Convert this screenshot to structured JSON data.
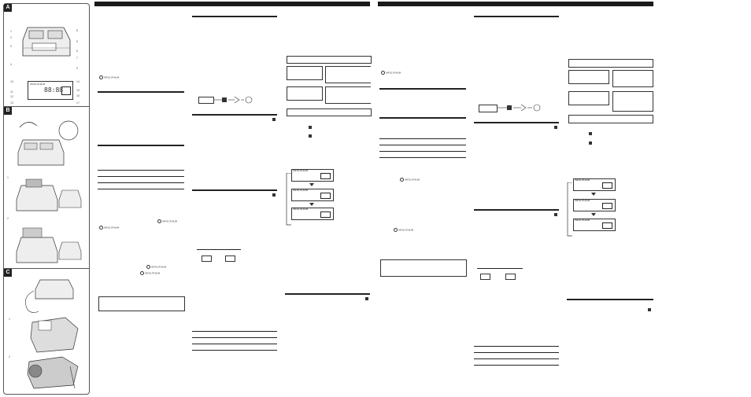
{
  "figure_panels": [
    {
      "tag": "A"
    },
    {
      "tag": "B"
    },
    {
      "tag": "C"
    }
  ],
  "panel_a": {
    "callouts_left": [
      "1",
      "2",
      "3",
      "4"
    ],
    "callouts_right": [
      "8",
      "5",
      "6",
      "7",
      "9"
    ],
    "display_callouts_left": [
      "10",
      "11",
      "12",
      "13"
    ],
    "display_callouts_right": [
      "14",
      "15",
      "16",
      "17"
    ],
    "display_readout": "88:88"
  },
  "panel_b": {
    "steps": [
      "1",
      "2"
    ]
  },
  "panel_c": {
    "steps": [
      "1",
      "2"
    ]
  },
  "brand_logo": "INFOLITHIUM",
  "lcd_label": "INFOLITHIUM",
  "colors": {
    "ink": "#1a1a1a",
    "paper": "#ffffff",
    "rule": "#222222"
  }
}
